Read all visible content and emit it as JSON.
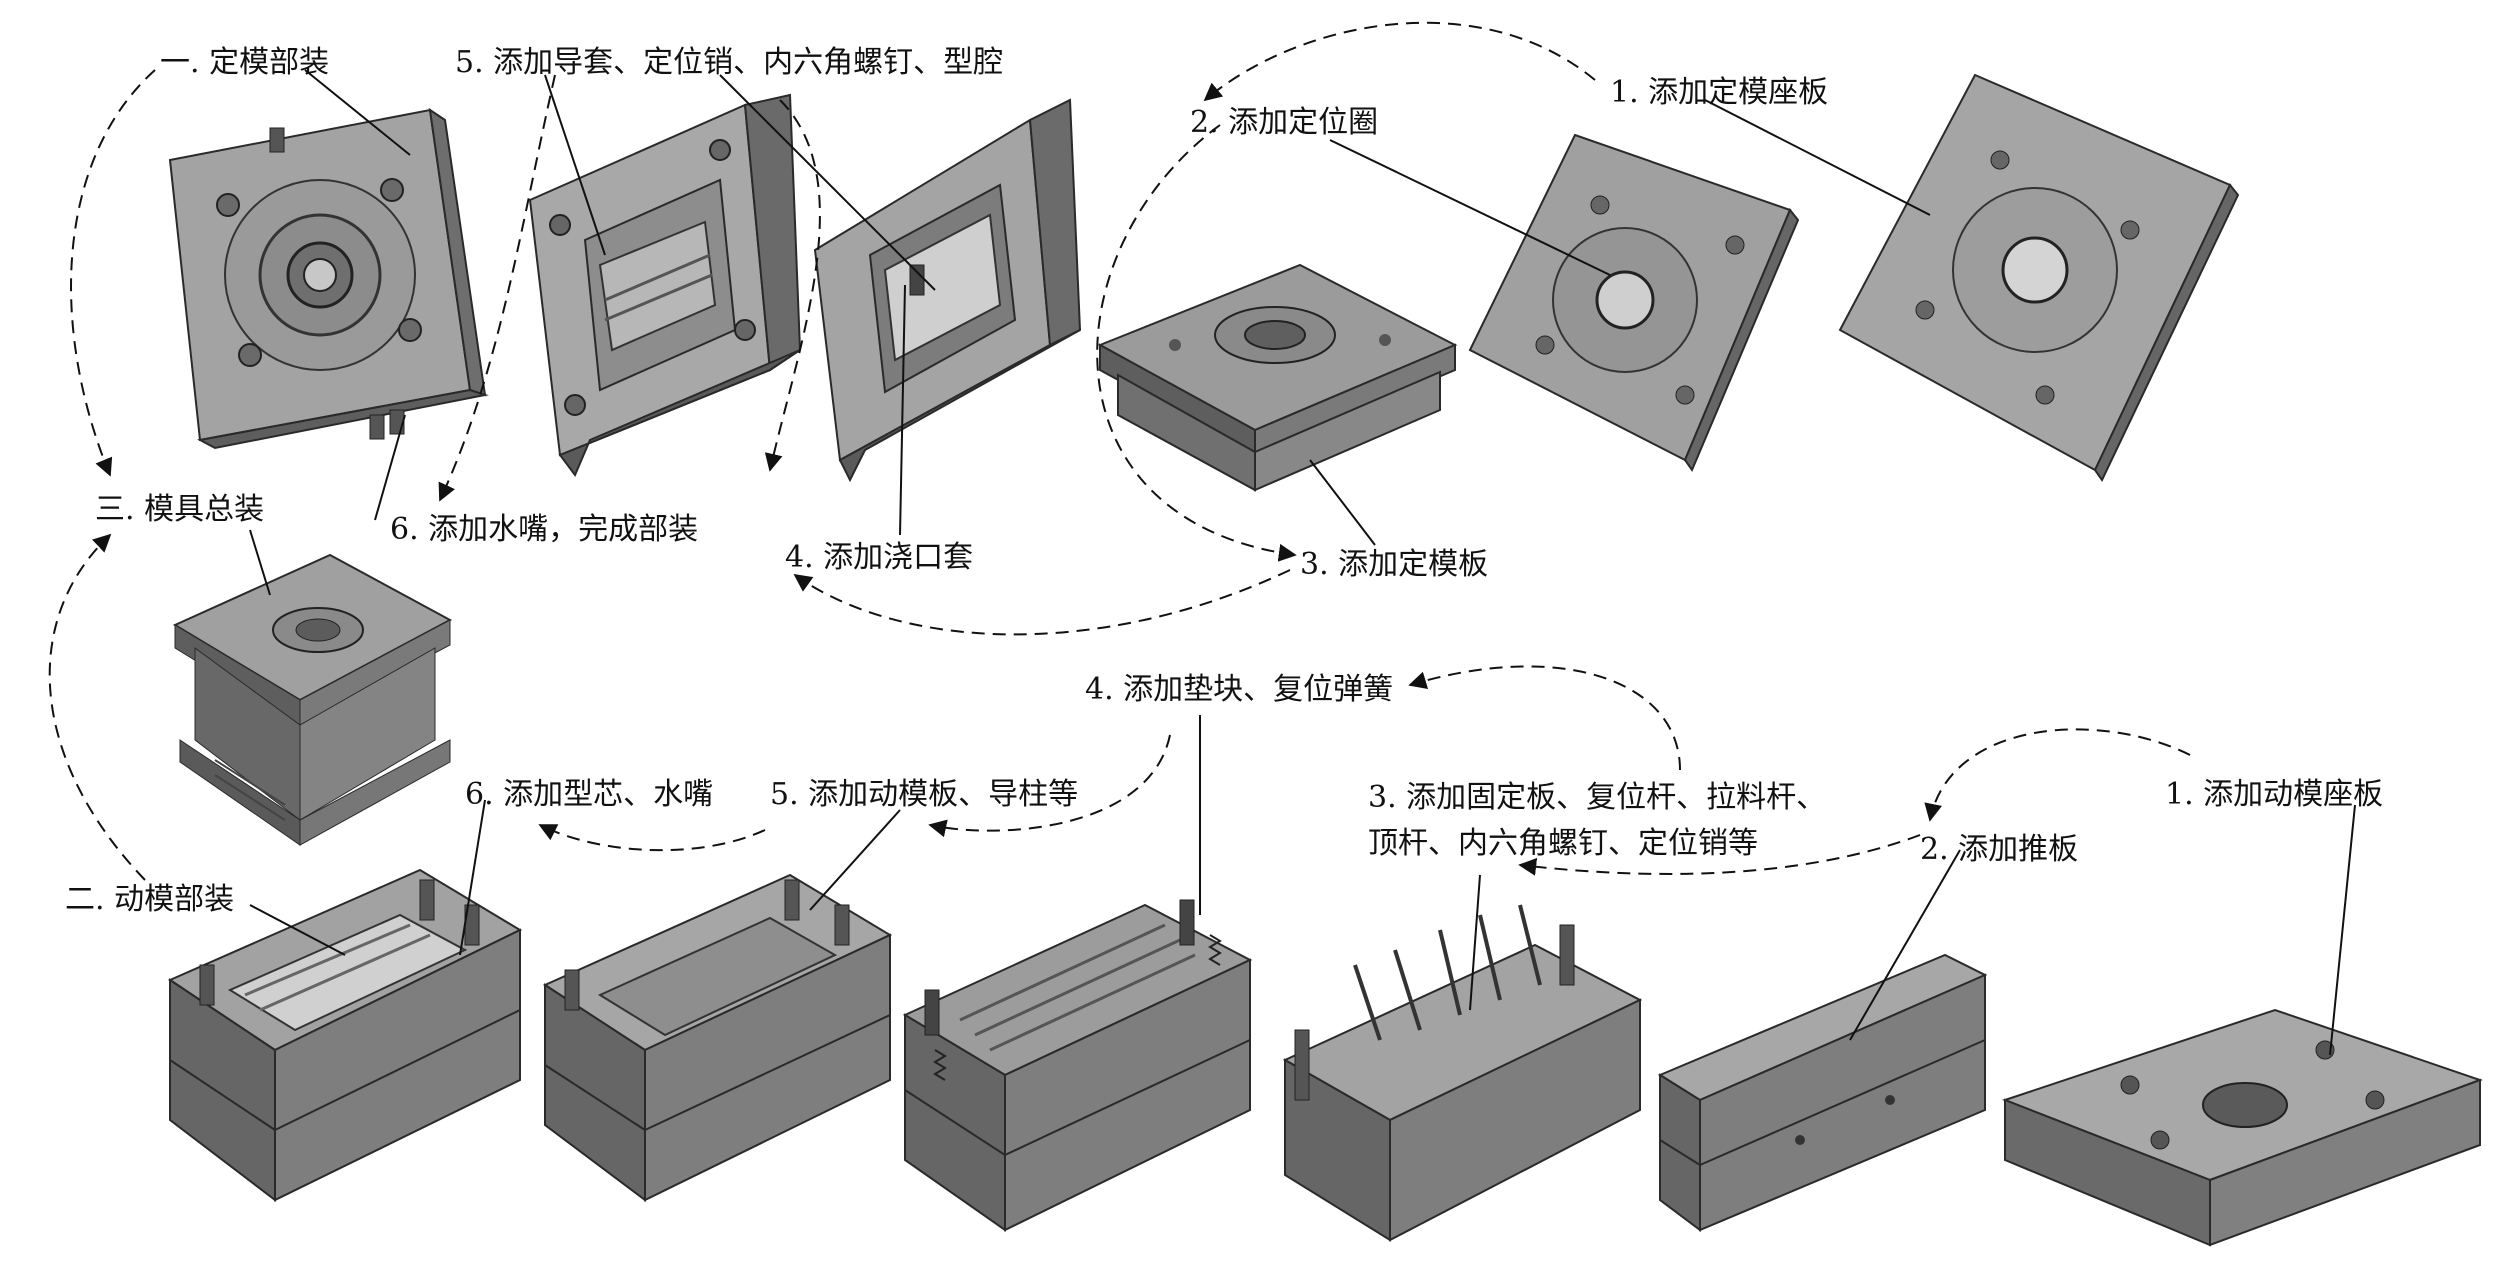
{
  "diagram": {
    "fixed_half": {
      "title": "一. 定模部装",
      "steps": {
        "s1": "1. 添加定模座板",
        "s2": "2. 添加定位圈",
        "s3": "3. 添加定模板",
        "s4": "4. 添加浇口套",
        "s5": "5. 添加导套、定位销、内六角螺钉、型腔",
        "s6": "6. 添加水嘴，完成部装"
      }
    },
    "final_assembly": {
      "title": "三. 模具总装"
    },
    "moving_half": {
      "title": "二. 动模部装",
      "steps": {
        "s1": "1. 添加动模座板",
        "s2": "2. 添加推板",
        "s3_line1": "3. 添加固定板、复位杆、拉料杆、",
        "s3_line2": "顶杆、内六角螺钉、定位销等",
        "s4": "4. 添加垫块、复位弹簧",
        "s5": "5. 添加动模板、导柱等",
        "s6": "6. 添加型芯、水嘴"
      }
    }
  },
  "colors": {
    "face_top": "#a9a9a9",
    "face_front": "#6b6b6b",
    "face_side": "#8a8a8a",
    "edge": "#2a2a2a",
    "line": "#111111"
  }
}
